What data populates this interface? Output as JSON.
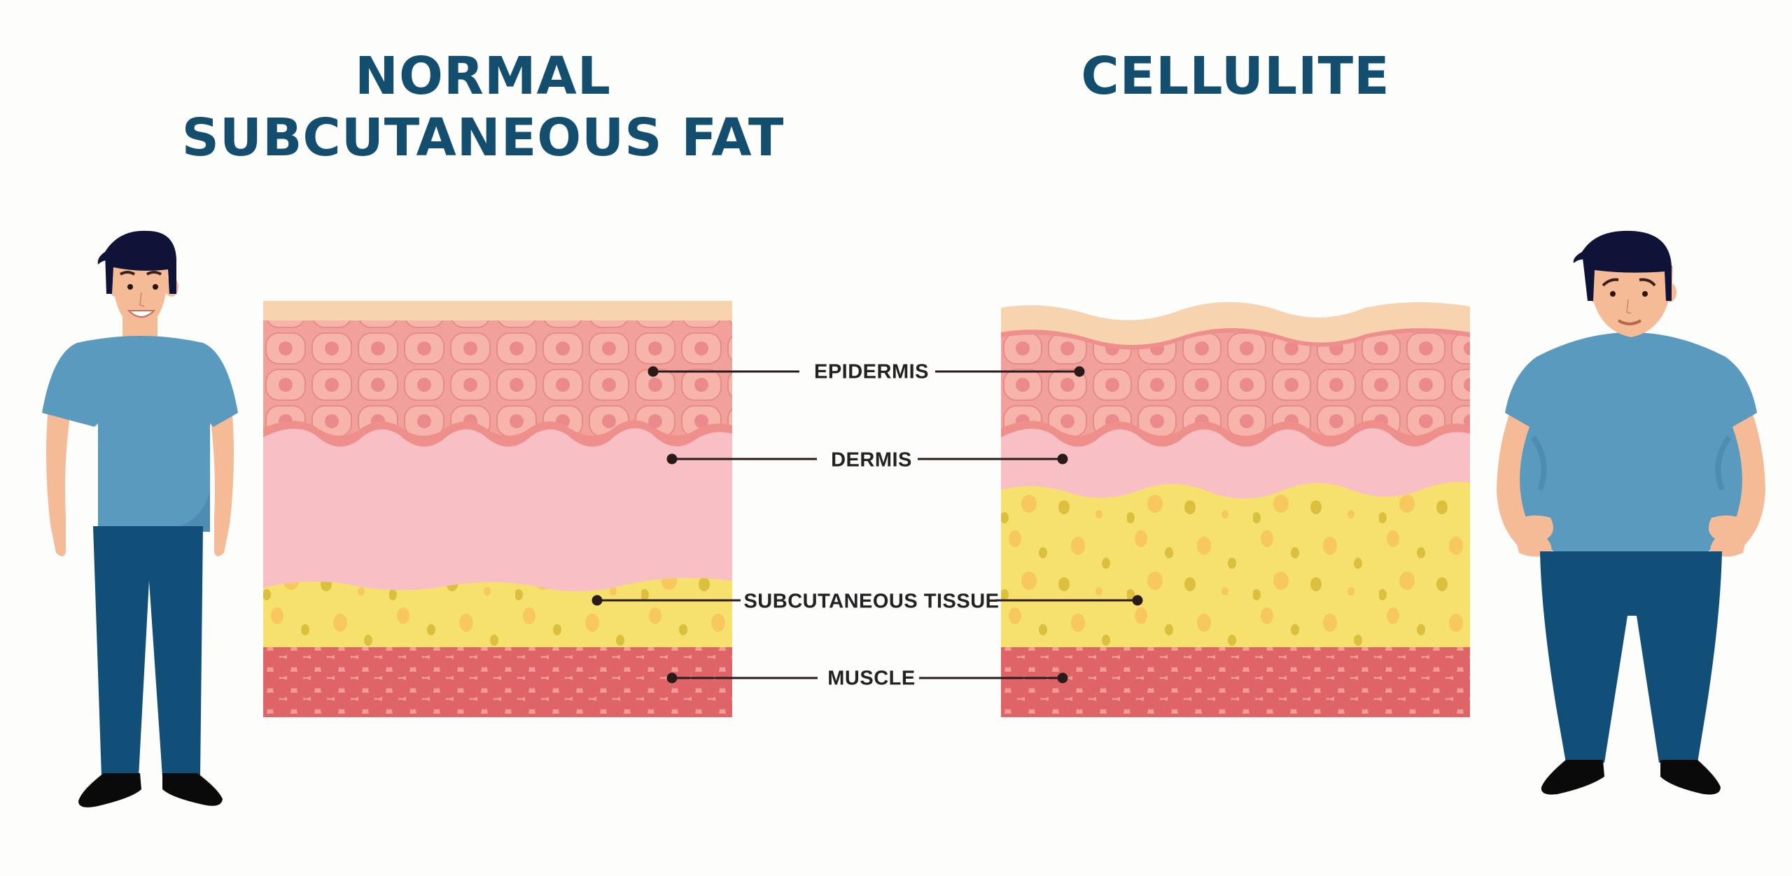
{
  "titles": {
    "left_line1": "NORMAL",
    "left_line2": "SUBCUTANEOUS FAT",
    "right": "CELLULITE"
  },
  "labels": {
    "epidermis": "EPIDERMIS",
    "dermis": "DERMIS",
    "subcutaneous_tissue": "SUBCUTANEOUS TISSUE",
    "muscle": "MUSCLE"
  },
  "panels": {
    "left": {
      "name": "normal-skin-cross-section",
      "layers": [
        "stratum corneum",
        "epidermis",
        "dermis",
        "subcutaneous tissue",
        "muscle"
      ]
    },
    "right": {
      "name": "cellulite-skin-cross-section",
      "layers": [
        "stratum corneum",
        "epidermis",
        "dermis",
        "subcutaneous tissue",
        "muscle"
      ]
    }
  },
  "figures": {
    "left": "slim man smiling, blue t-shirt, navy trousers",
    "right": "overweight man worried, blue t-shirt, navy trousers"
  },
  "colors": {
    "title": "#134e6f",
    "label_text": "#222222",
    "stratum_corneum": "#f8d3b0",
    "epidermis": "#f2a09b",
    "cell": "#f7b4ab",
    "nucleus": "#eb8a8c",
    "dermis": "#f8c0c5",
    "subcutaneous": "#f6e06e",
    "fat_dot_dark": "#dcbf3c",
    "fat_dot_orange": "#f6c25a",
    "muscle_bg": "#f39c97",
    "muscle_fiber": "#de6468",
    "shirt": "#5b9abf",
    "trousers": "#124f78",
    "skin": "#f4bb96",
    "hair": "#101338"
  }
}
